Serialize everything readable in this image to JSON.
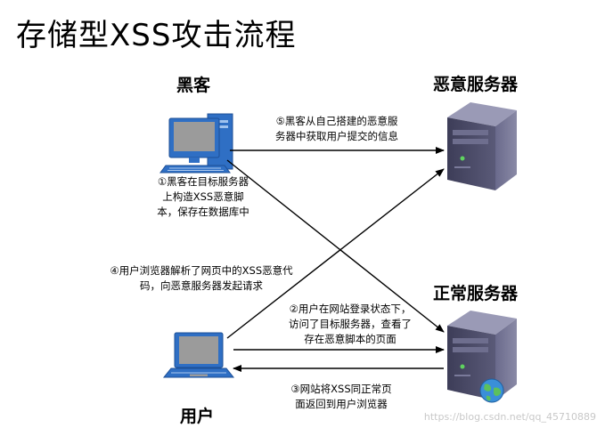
{
  "title": "存储型XSS攻击流程",
  "nodes": {
    "hacker": "黑客",
    "malicious_server": "恶意服务器",
    "normal_server": "正常服务器",
    "user": "用户"
  },
  "steps": {
    "step1": [
      "①黑客在目标服务器",
      "上构造XSS恶意脚",
      "本，保存在数据库中"
    ],
    "step2": [
      "②用户在网站登录状态下，",
      "访问了目标服务器，查看了",
      "存在恶意脚本的页面"
    ],
    "step3": [
      "③网站将XSS同正常页",
      "面返回到用户浏览器"
    ],
    "step4": [
      "④用户浏览器解析了网页中的XSS恶意代",
      "码，向恶意服务器发起请求"
    ],
    "step5": [
      "⑤黑客从自己搭建的恶意服",
      "务器中获取用户提交的信息"
    ]
  },
  "watermark": "https://blog.csdn.net/qq_45710889",
  "colors": {
    "monitor_blue": "#2f6fc4",
    "screen_gray": "#9b9b9b",
    "server_dark": "#4a4a68",
    "server_light": "#6e6e8e",
    "arrow": "#000000"
  },
  "icons": [
    "desktop-computer-icon",
    "laptop-icon",
    "server-icon",
    "server-icon",
    "globe-icon"
  ]
}
